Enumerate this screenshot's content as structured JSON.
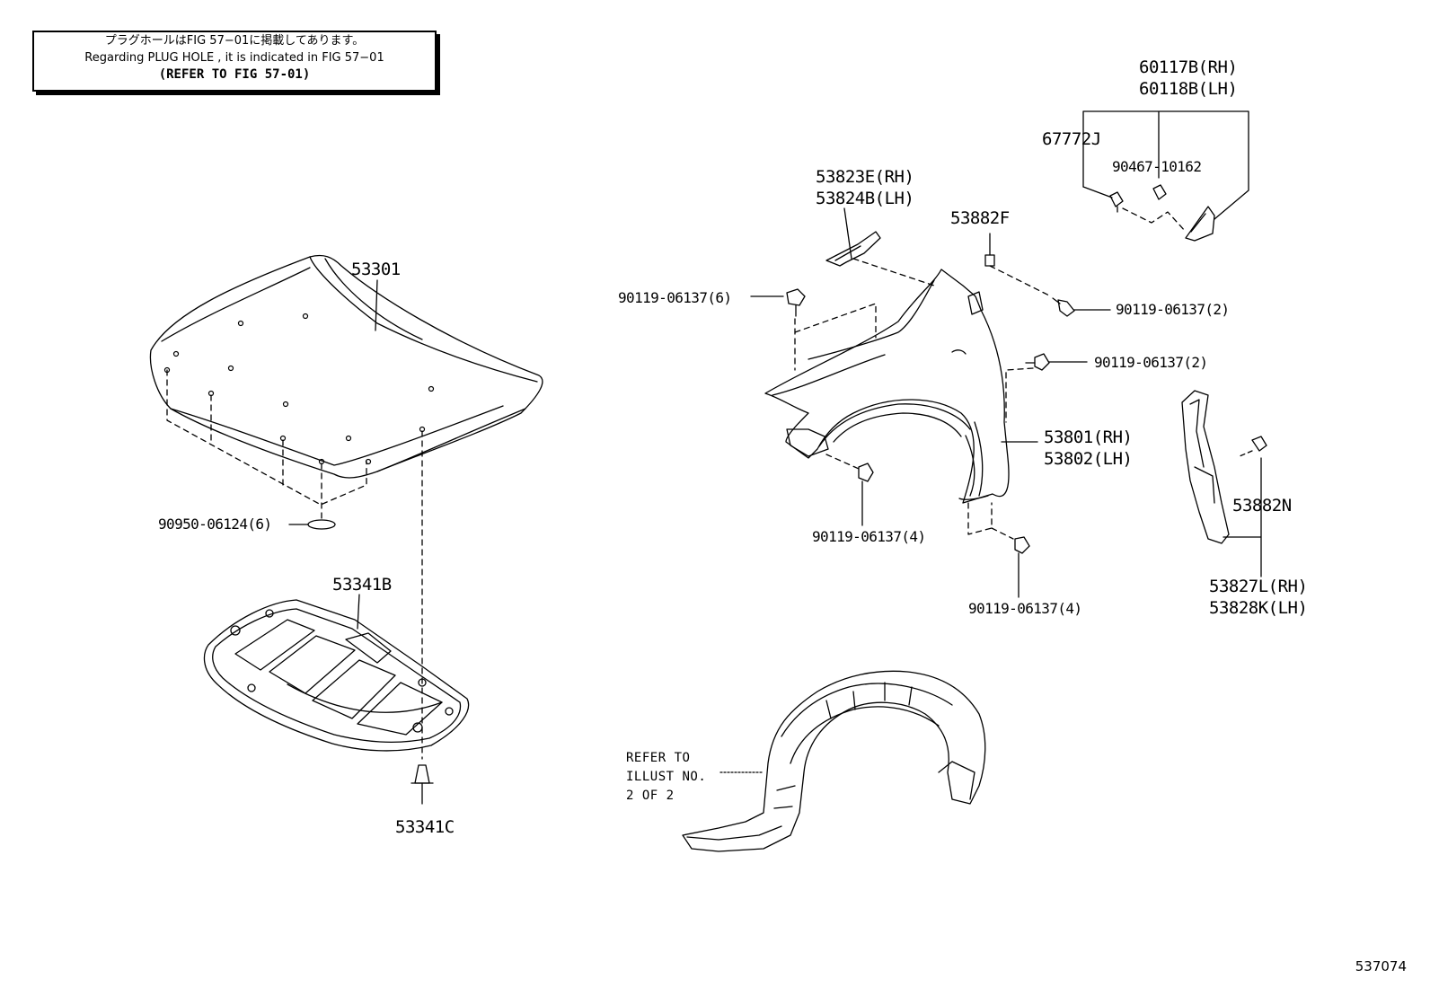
{
  "note": {
    "line1": "プラグホールはFIG 57−01に掲載してあります。",
    "line2": "Regarding  PLUG HOLE , it is indicated in FIG 57−01",
    "line3": "(REFER TO FIG 57-01)"
  },
  "labels": {
    "hood": "53301",
    "hood_hole_plug": "90950-06124(6)",
    "hood_insulator": "53341B",
    "insulator_clip": "53341C",
    "seal_rh": "53823E(RH)",
    "seal_lh": "53824B(LH)",
    "retainer": "53882F",
    "bolt_fender_top": "90119-06137(6)",
    "bolt_top_right": "90119-06137(2)",
    "bolt_mid_right": "90119-06137(2)",
    "fender_rh": "53801(RH)",
    "fender_lh": "53802(LH)",
    "bolt_front_lower": "90119-06137(4)",
    "bolt_rear_lower": "90119-06137(4)",
    "cover_rh": "60117B(RH)",
    "cover_lh": "60118B(LH)",
    "clip_67772": "67772J",
    "clip_90467": "90467-10162",
    "clip_53882n": "53882N",
    "seal_53827_rh": "53827L(RH)",
    "seal_53828_lh": "53828K(LH)",
    "liner_ref_1": "REFER TO",
    "liner_ref_2": "ILLUST NO.",
    "liner_ref_3": "2 OF 2"
  },
  "figure_number": "537074"
}
